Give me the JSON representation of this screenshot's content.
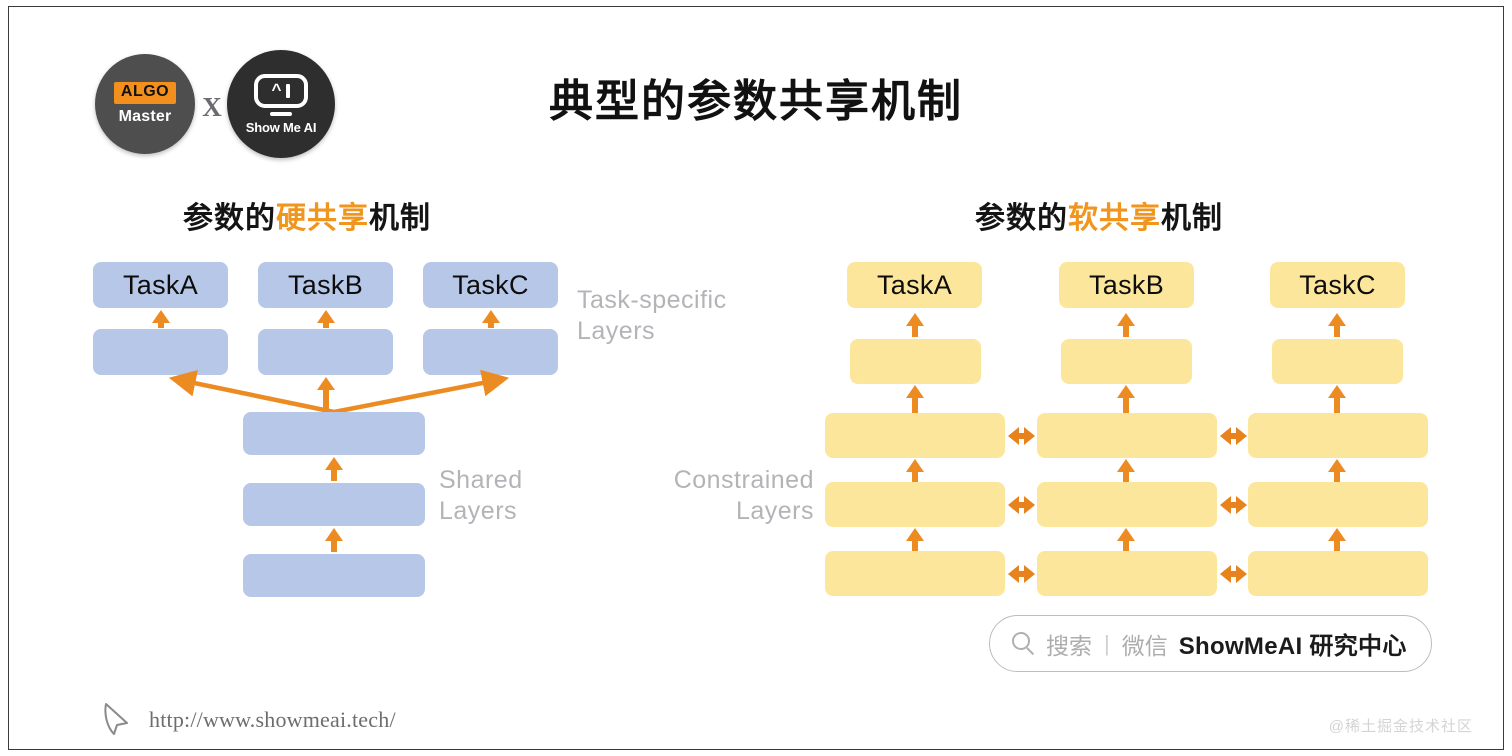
{
  "logo": {
    "algo_badge": "ALGO",
    "algo_master": "Master",
    "x_separator": "X",
    "showmeai_caret": "^",
    "showmeai_text": "Show Me AI"
  },
  "header": {
    "title": "典型的参数共享机制"
  },
  "left_panel": {
    "subtitle_prefix": "参数的",
    "subtitle_highlight": "硬共享",
    "subtitle_suffix": "机制",
    "tasks": [
      "TaskA",
      "TaskB",
      "TaskC"
    ],
    "annotation_task_specific": "Task-specific\nLayers",
    "annotation_shared": "Shared\nLayers",
    "box_color": "#b7c7e8",
    "arrow_color": "#ed8b23",
    "task_specific_layer_count": 1,
    "shared_layer_count": 3
  },
  "right_panel": {
    "subtitle_prefix": "参数的",
    "subtitle_highlight": "软共享",
    "subtitle_suffix": "机制",
    "tasks": [
      "TaskA",
      "TaskB",
      "TaskC"
    ],
    "annotation_constrained": "Constrained\nLayers",
    "box_color": "#fce69b",
    "arrow_color": "#e8821c",
    "private_layer_count": 1,
    "constrained_layer_count": 3
  },
  "search_watermark": {
    "placeholder": "搜索",
    "separator": "|",
    "channel": "微信",
    "brand": "ShowMeAI 研究中心"
  },
  "footer": {
    "url": "http://www.showmeai.tech/",
    "corner_mark": "@稀土掘金技术社区"
  },
  "chart_data": {
    "type": "diagram",
    "title": "典型的参数共享机制",
    "panels": [
      {
        "name": "hard-parameter-sharing",
        "title": "参数的硬共享机制",
        "tasks": [
          "TaskA",
          "TaskB",
          "TaskC"
        ],
        "layers": {
          "task_specific": 1,
          "shared": 3
        },
        "annotations": [
          "Task-specific Layers",
          "Shared Layers"
        ],
        "color": "#b7c7e8"
      },
      {
        "name": "soft-parameter-sharing",
        "title": "参数的软共享机制",
        "tasks": [
          "TaskA",
          "TaskB",
          "TaskC"
        ],
        "layers": {
          "task_private": 1,
          "constrained": 3
        },
        "annotations": [
          "Constrained Layers"
        ],
        "color": "#fce69b"
      }
    ]
  }
}
